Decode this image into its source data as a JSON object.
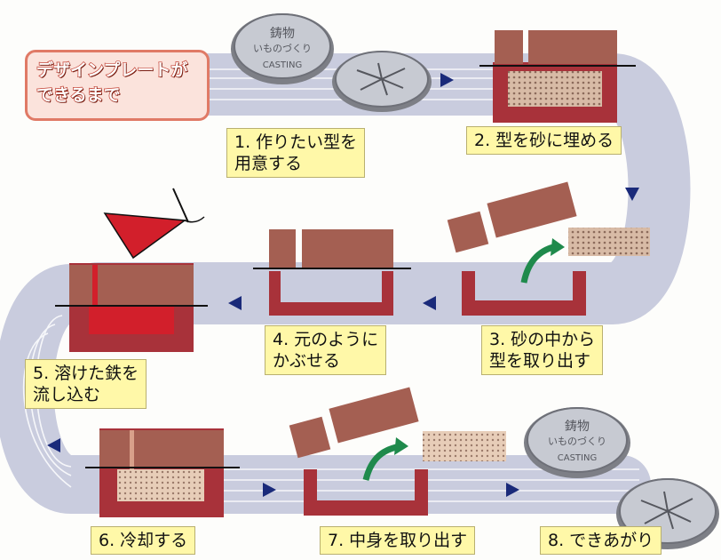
{
  "title": {
    "line1": "デザインプレートが",
    "line2": "できるまで"
  },
  "steps": [
    {
      "label": "1. 作りたい型を\n用意する"
    },
    {
      "label": "2. 型を砂に埋める"
    },
    {
      "label": "3. 砂の中から\n型を取り出す"
    },
    {
      "label": "4. 元のように\nかぶせる"
    },
    {
      "label": "5. 溶けた鉄を\n流し込む"
    },
    {
      "label": "6. 冷却する"
    },
    {
      "label": "7. 中身を取り出す"
    },
    {
      "label": "8. できあがり"
    }
  ],
  "plate": {
    "top_text": "鋳物",
    "middle_text": "いものづくり",
    "bottom_text": "CASTING"
  },
  "colors": {
    "mold": "#a45f52",
    "frame": "#a8323a",
    "sand": "#cfae9a",
    "iron": "#d21f2b",
    "path": "#c9ccde",
    "arrow": "#1a2a7a",
    "lift_arrow": "#1f8a4c"
  }
}
